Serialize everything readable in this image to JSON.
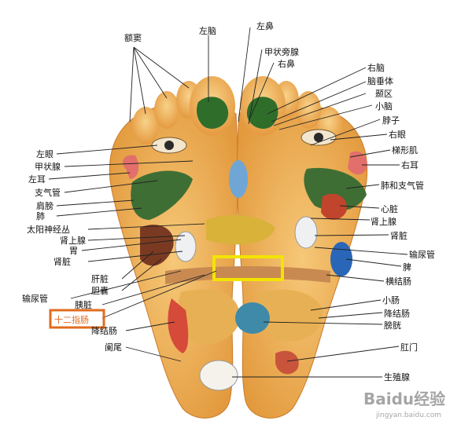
{
  "labels": {
    "sinus": "额窦",
    "left_brain": "左脑",
    "left_nose": "左鼻",
    "parathyroid": "甲状旁腺",
    "right_nose": "右鼻",
    "right_brain": "右脑",
    "pituitary": "脑垂体",
    "temple": "颞区",
    "cerebellum": "小脑",
    "neck": "脖子",
    "right_eye": "右眼",
    "trapezius": "梯形肌",
    "right_ear": "右耳",
    "lung_bronchus": "肺和支气管",
    "heart": "心脏",
    "adrenal_right": "肾上腺",
    "kidney_right": "肾脏",
    "ureter_right": "输尿管",
    "spleen": "脾",
    "transverse_colon": "横结肠",
    "small_intestine": "小肠",
    "descending_colon_right": "降结肠",
    "bladder": "膀胱",
    "anus": "肛门",
    "gonad": "生殖腺",
    "left_eye": "左眼",
    "thyroid": "甲状腺",
    "left_ear": "左耳",
    "bronchus": "支气管",
    "shoulder": "肩膀",
    "lung": "肺",
    "solar_plexus": "太阳神经丛",
    "adrenal_left": "肾上腺",
    "stomach": "胃",
    "kidney_left": "肾脏",
    "liver": "肝脏",
    "gallbladder": "胆囊",
    "ureter_left": "输尿管",
    "pancreas": "胰脏",
    "duodenum": "十二指肠",
    "descending_colon_left": "降结肠",
    "appendix": "阑尾"
  },
  "watermark": {
    "brand": "Baidu经验",
    "url": "jingyan.baidu.com"
  },
  "colors": {
    "highlight_orange": "#e06c1f",
    "highlight_yellow": "#f2e400",
    "foot_skin": "#f1b25a"
  }
}
